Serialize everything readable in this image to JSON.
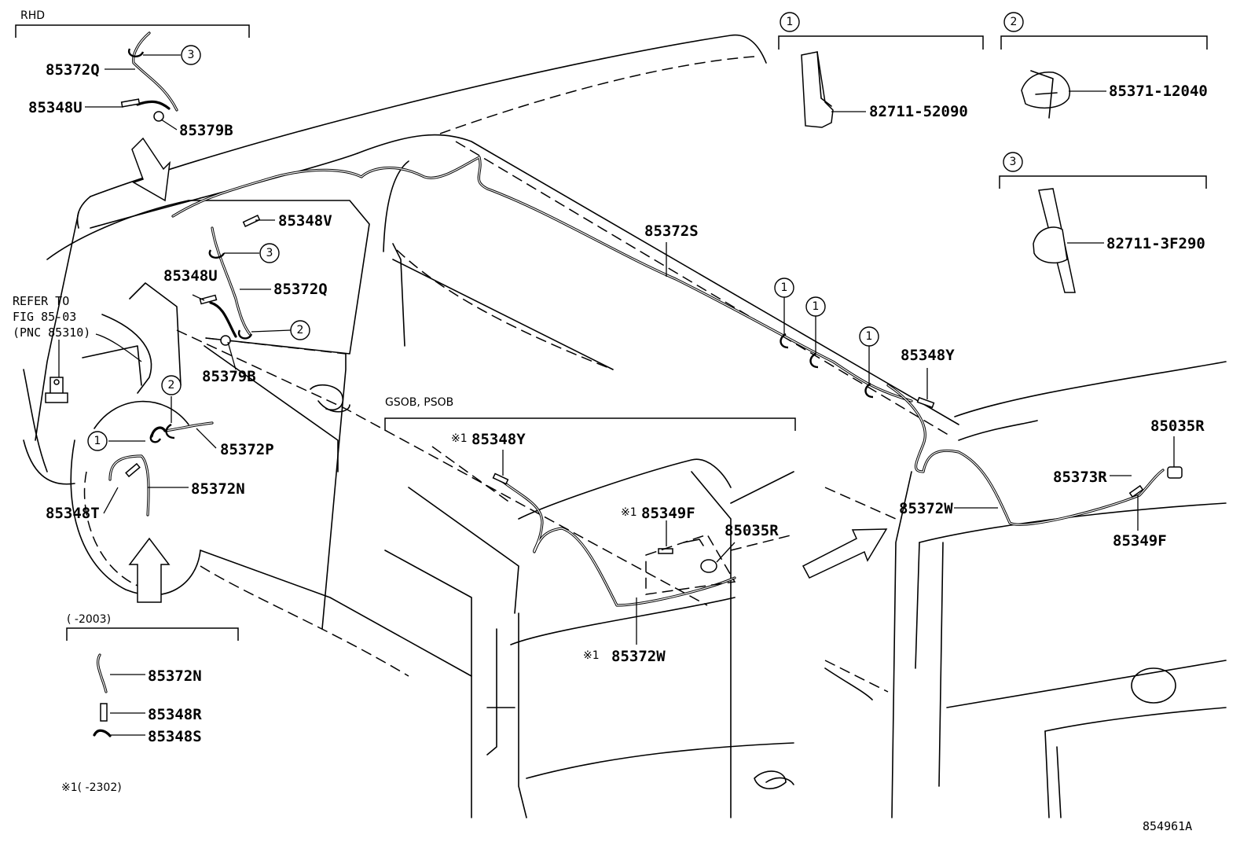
{
  "diagram_id": "854961A",
  "sections": {
    "rhd": "RHD",
    "gsob_psob": "GSOB, PSOB",
    "year_2003": "(      -2003)",
    "footnote": "※1(     -2302)"
  },
  "reference": {
    "line1": "REFER TO",
    "line2": "FIG 85-03",
    "line3": "(PNC 85310)"
  },
  "note_mark": "※1",
  "circle_labels": [
    "1",
    "2",
    "3"
  ],
  "parts": {
    "p85372Q": "85372Q",
    "p85348U": "85348U",
    "p85379B": "85379B",
    "p85348V": "85348V",
    "p85372S": "85372S",
    "p85372P": "85372P",
    "p85372N": "85372N",
    "p85348T": "85348T",
    "p85348R": "85348R",
    "p85348S": "85348S",
    "p85348Y": "85348Y",
    "p85349F": "85349F",
    "p85035R": "85035R",
    "p85372W": "85372W",
    "p85373R": "85373R",
    "p82711_52090": "82711-52090",
    "p85371_12040": "85371-12040",
    "p82711_3F290": "82711-3F290"
  },
  "icons": {
    "arrow": "direction-arrow-icon",
    "clip": "hose-clip-icon",
    "connector": "hose-joint-icon",
    "nozzle": "washer-nozzle-icon",
    "pump": "washer-pump-icon"
  }
}
